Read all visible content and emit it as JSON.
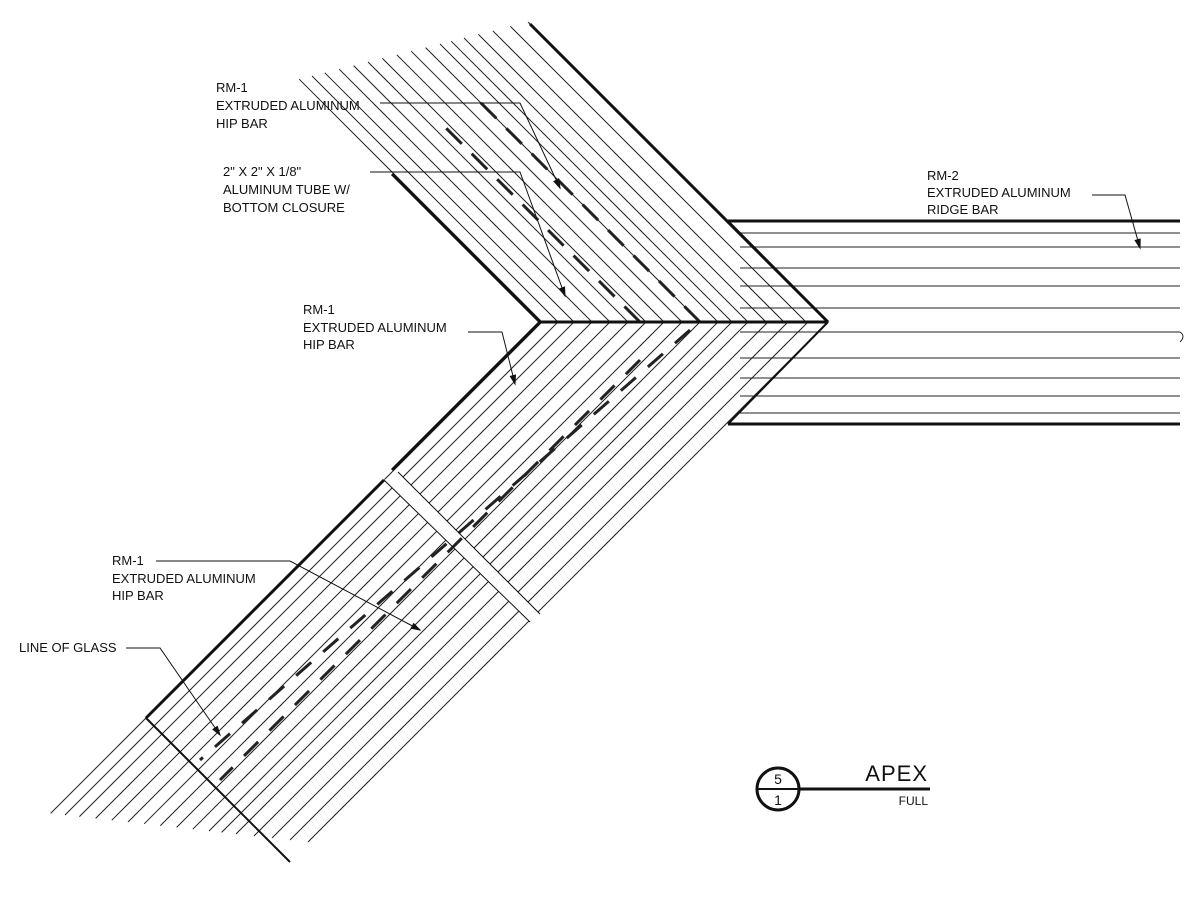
{
  "annotations": {
    "hip_bar_upper": [
      "RM-1",
      "EXTRUDED ALUMINUM",
      "HIP BAR"
    ],
    "tube": [
      "2\" X 2\" X 1/8\"",
      "ALUMINUM TUBE W/",
      "BOTTOM CLOSURE"
    ],
    "ridge_bar": [
      "RM-2",
      "EXTRUDED ALUMINUM",
      "RIDGE BAR"
    ],
    "hip_bar_middle": [
      "RM-1",
      "EXTRUDED ALUMINUM",
      "HIP BAR"
    ],
    "hip_bar_lower": [
      "RM-1",
      "EXTRUDED ALUMINUM",
      "HIP BAR"
    ],
    "line_of_glass": "LINE OF GLASS"
  },
  "title_block": {
    "detail_number": "5",
    "sheet_number": "1",
    "title": "APEX",
    "scale": "FULL"
  }
}
